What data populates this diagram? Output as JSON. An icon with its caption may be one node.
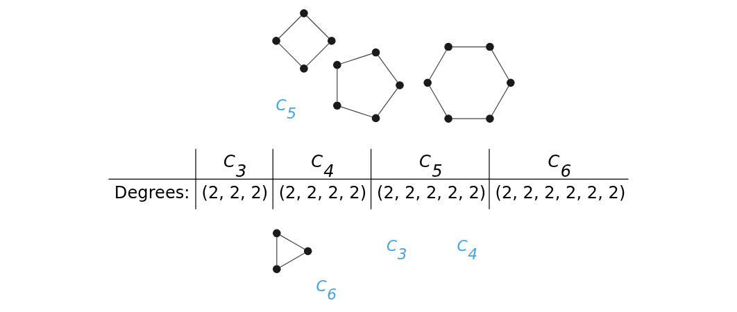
{
  "diagram": {
    "nodes": [
      {
        "text": [],
        "shape": "circle"
      },
      {
        "text": [],
        "shape": "circle"
      },
      {
        "text": [],
        "shape": "circle"
      },
      {
        "text": [],
        "shape": "circle"
      },
      {
        "text": [],
        "shape": "circle"
      },
      {
        "text": [],
        "shape": "circle"
      },
      {
        "text": [],
        "shape": "circle"
      },
      {
        "text": [],
        "shape": "circle"
      },
      {
        "text": [],
        "shape": "circle"
      },
      {
        "text": [],
        "shape": "circle"
      },
      {
        "text": [],
        "shape": "circle"
      },
      {
        "text": [],
        "shape": "circle"
      },
      {
        "text": [],
        "shape": "circle"
      },
      {
        "text": [],
        "shape": "circle"
      },
      {
        "text": [],
        "shape": "circle"
      },
      {
        "text": [],
        "shape": "circle"
      },
      {
        "text": [],
        "shape": "circle"
      },
      {
        "text": [],
        "shape": "circle"
      }
    ],
    "edges": [
      {
        "from": 0,
        "to": 1,
        "arrow": "none"
      },
      {
        "from": 1,
        "to": 2,
        "arrow": "none"
      },
      {
        "from": 2,
        "to": 0,
        "arrow": "none"
      },
      {
        "from": 3,
        "to": 4,
        "arrow": "none"
      },
      {
        "from": 4,
        "to": 6,
        "arrow": "none"
      },
      {
        "from": 6,
        "to": 5,
        "arrow": "none"
      },
      {
        "from": 5,
        "to": 3,
        "arrow": "none"
      },
      {
        "from": 7,
        "to": 9,
        "arrow": "none"
      },
      {
        "from": 9,
        "to": 11,
        "arrow": "none"
      },
      {
        "from": 11,
        "to": 10,
        "arrow": "none"
      },
      {
        "from": 10,
        "to": 8,
        "arrow": "none"
      },
      {
        "from": 8,
        "to": 7,
        "arrow": "none"
      },
      {
        "from": 12,
        "to": 13,
        "arrow": "none"
      },
      {
        "from": 13,
        "to": 15,
        "arrow": "none"
      },
      {
        "from": 15,
        "to": 17,
        "arrow": "none"
      },
      {
        "from": 17,
        "to": 16,
        "arrow": "none"
      },
      {
        "from": 16,
        "to": 14,
        "arrow": "none"
      },
      {
        "from": 14,
        "to": 12,
        "arrow": "none"
      }
    ],
    "labels": [
      "C$_{3}$",
      "C$_{4}$",
      "C$_{5}$",
      "C$_{6}$",
      "C$_{3}$",
      "C$_{4}$",
      "C$_{5}$",
      "C$_{6}$",
      "Degrees:",
      "(2, 2, 2)",
      "(2, 2, 2, 2)",
      "(2, 2, 2, 2, 2)",
      "(2, 2, 2, 2, 2, 2)"
    ]
  }
}
